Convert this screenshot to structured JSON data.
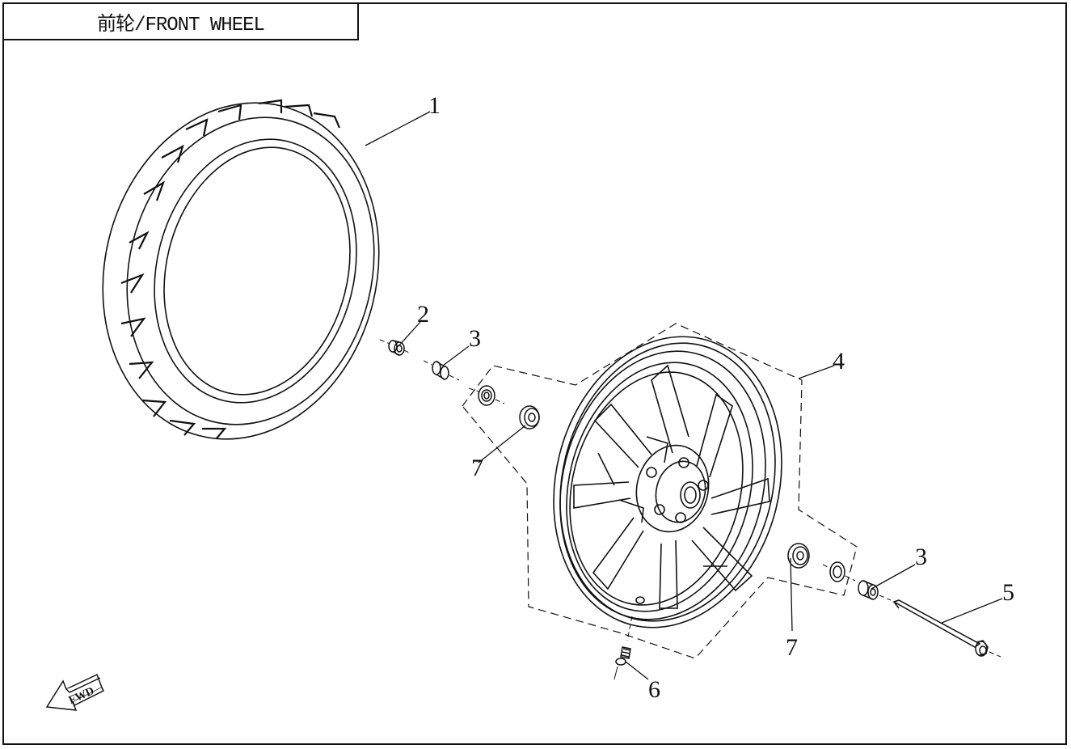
{
  "title": "前轮/FRONT WHEEL",
  "callouts": {
    "tire": "1",
    "spacer_left": "2",
    "collar_left": "3",
    "wheel_assembly": "4",
    "axle": "5",
    "valve": "6",
    "bearing_left": "7",
    "bearing_right": "7",
    "collar_right": "3"
  },
  "direction_marker": "FWD"
}
